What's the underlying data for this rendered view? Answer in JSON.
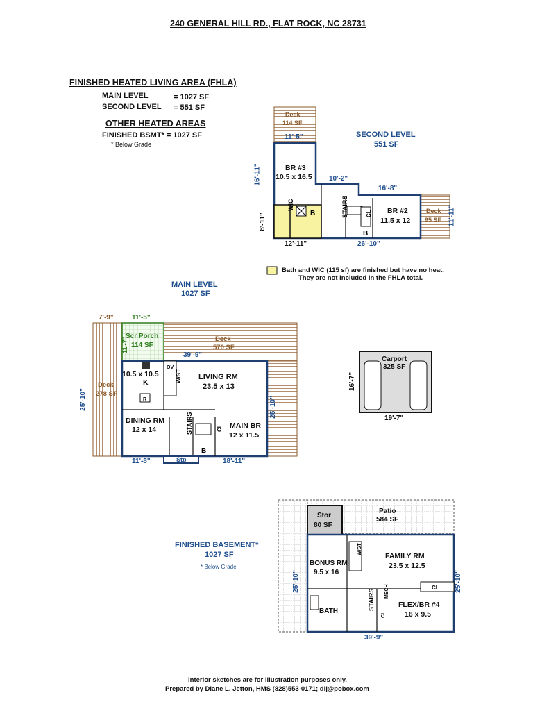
{
  "address": "240 GENERAL HILL RD., FLAT ROCK, NC 28731",
  "summary": {
    "fhla_title": "FINISHED HEATED LIVING AREA (FHLA)",
    "main_label": "MAIN LEVEL",
    "main_value": "= 1027 SF",
    "second_label": "SECOND LEVEL",
    "second_value": "= 551 SF",
    "other_title": "OTHER HEATED AREAS",
    "bsmt_label": "FINISHED BSMT* = 1027 SF",
    "below_grade": "* Below Grade"
  },
  "second_level": {
    "title": "SECOND LEVEL",
    "area": "551 SF",
    "deck_top": "Deck",
    "deck_top_sf": "114 SF",
    "dim_deck_w": "11'-5\"",
    "br3": "BR #3",
    "br3_size": "10.5 x 16.5",
    "dim_br3_h": "16'-11\"",
    "dim_mid": "10'-2\"",
    "dim_right": "16'-8\"",
    "br2": "BR #2",
    "br2_size": "11.5 x 12",
    "deck_right": "Deck",
    "deck_right_sf": "95 SF",
    "dim_right_h": "11'-11\"",
    "wic": "WIC",
    "bath": "B",
    "bath2": "B",
    "stairs": "STAIRS",
    "cl": "CL",
    "dim_wic_h": "8'-11\"",
    "dim_bottom_left": "12'-11\"",
    "dim_bottom_right": "26'-10\""
  },
  "legend": {
    "line1": "Bath and WIC (115 sf) are finished but have no heat.",
    "line2": "They are not included in the FHLA total.",
    "color": "#f7f3a0"
  },
  "main_level": {
    "title": "MAIN LEVEL",
    "area": "1027 SF",
    "dim_deck_left_w": "7'-9\"",
    "dim_porch_w": "11'-5\"",
    "porch": "Scr Porch",
    "porch_sf": "114 SF",
    "dim_porch_h": "11'-7\"",
    "deck_top": "Deck",
    "deck_top_sf": "570 SF",
    "dim_living_w": "39'-9\"",
    "kitchen_size": "10.5 x 10.5",
    "kitchen": "K",
    "ov": "OV",
    "wst": "W/ST",
    "r": "R",
    "living": "LIVING RM",
    "living_size": "23.5 x 13",
    "deck_left": "Deck",
    "deck_left_sf": "278 SF",
    "dim_left_h": "25'-10\"",
    "dim_right_h": "25'-10\"",
    "dining": "DINING RM",
    "dining_size": "12 x 14",
    "stairs": "STAIRS",
    "cl": "CL",
    "main_br": "MAIN BR",
    "main_br_size": "12 x 11.5",
    "bath": "B",
    "stp": "Stp",
    "dim_bottom_left": "11'-8\"",
    "dim_bottom_right": "18'-11\""
  },
  "carport": {
    "label": "Carport",
    "sf": "325 SF",
    "dim_h": "16'-7\"",
    "dim_w": "19'-7\""
  },
  "basement": {
    "title": "FINISHED BASEMENT*",
    "area": "1027 SF",
    "below_grade": "* Below Grade",
    "stor": "Stor",
    "stor_sf": "80 SF",
    "patio": "Patio",
    "patio_sf": "584 SF",
    "bonus": "BONUS RM",
    "bonus_size": "9.5 x 16",
    "wst": "W/ST",
    "family": "FAMILY RM",
    "family_size": "23.5 x 12.5",
    "cl": "CL",
    "cl2": "CL",
    "mech": "MECH",
    "stairs": "STAIRS",
    "bath": "BATH",
    "flex": "FLEX/BR #4",
    "flex_size": "16 x 9.5",
    "dim_left_h": "25'-10\"",
    "dim_right_h": "25'-10\"",
    "dim_bottom": "39'-9\""
  },
  "footer": {
    "line1": "Interior sketches are for illustration purposes only.",
    "line2": "Prepared by Diane L. Jetton, HMS (828)553-0171; dlj@pobox.com"
  }
}
